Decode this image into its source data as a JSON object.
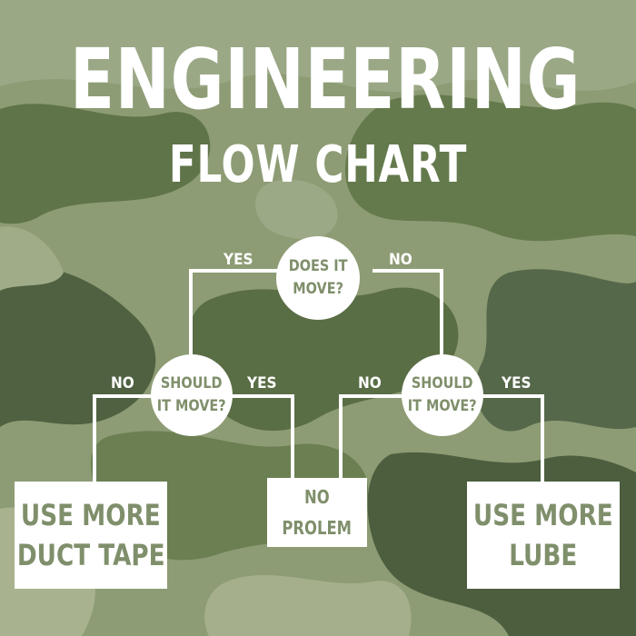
{
  "title_line1": "ENGINEERING",
  "title_line2": "FLOW CHART",
  "nodes": {
    "root": "DOES IT\nMOVE?",
    "left_decision": "SHOULD\nIT MOVE?",
    "right_decision": "SHOULD\nIT MOVE?"
  },
  "edges": {
    "root_yes": "YES",
    "root_no": "NO",
    "left_no": "NO",
    "left_yes": "YES",
    "right_no": "NO",
    "right_yes": "YES"
  },
  "outcomes": {
    "left": [
      "USE MORE",
      "DUCT TAPE"
    ],
    "middle": [
      "NO",
      "PROLEM"
    ],
    "right": [
      "USE MORE",
      "LUBE"
    ]
  },
  "colors": {
    "background": "#8a9a72",
    "node_fill": "#ffffff",
    "node_text": "#7f8f6b",
    "line": "#ffffff"
  }
}
